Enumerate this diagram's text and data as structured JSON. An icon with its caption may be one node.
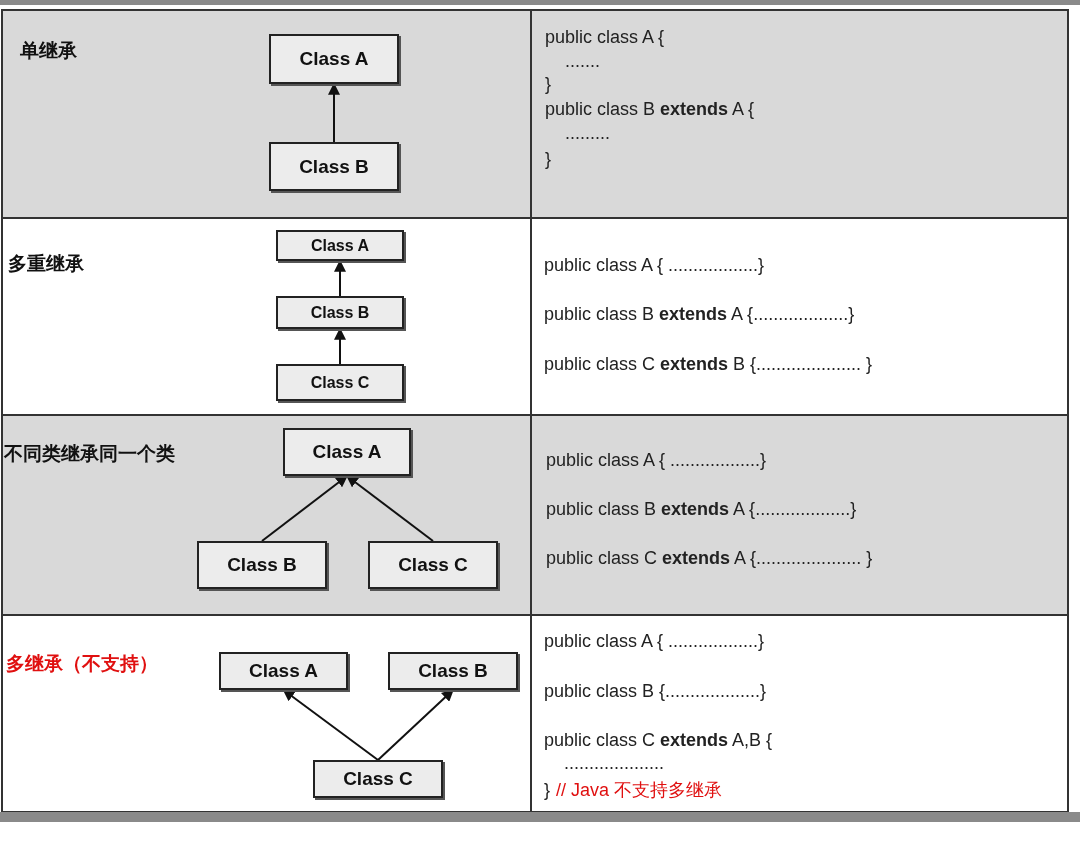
{
  "diagram": {
    "nodes": [
      {
        "text": [
          "Class A"
        ]
      },
      {
        "text": [
          "Class B"
        ]
      },
      {
        "text": [
          "Class A"
        ]
      },
      {
        "text": [
          "Class B"
        ]
      },
      {
        "text": [
          "Class C"
        ]
      },
      {
        "text": [
          "Class A"
        ]
      },
      {
        "text": [
          "Class B"
        ]
      },
      {
        "text": [
          "Class C"
        ]
      },
      {
        "text": [
          "Class A"
        ]
      },
      {
        "text": [
          "Class B"
        ]
      },
      {
        "text": [
          "Class C"
        ]
      }
    ],
    "edges": [
      {
        "from": 1,
        "to": 0,
        "arrow": "to"
      },
      {
        "from": 3,
        "to": 2,
        "arrow": "to"
      },
      {
        "from": 4,
        "to": 3,
        "arrow": "to"
      },
      {
        "from": 6,
        "to": 5,
        "arrow": "to"
      },
      {
        "from": 7,
        "to": 5,
        "arrow": "to"
      },
      {
        "from": 10,
        "to": 8,
        "arrow": "to"
      },
      {
        "from": 10,
        "to": 9,
        "arrow": "to"
      }
    ],
    "labels": [
      "单继承",
      "public class A {",
      ".......",
      "}",
      "public class B **extends** A {",
      ".........",
      "}",
      "多重继承",
      "public class A { ..................}",
      "public class B **extends** A {...................}",
      "public class C **extends**  B {..................... }",
      "不同类继承同一个类",
      "public class A { ..................}",
      "public class B **extends** A {...................}",
      "public class C **extends** A {..................... }",
      "多继承（不支持）",
      "public class A { ..................}",
      "public class B {...................}",
      "public class C **extends**  A,B {",
      "....................",
      "}",
      "// Java  不支持多继承"
    ]
  }
}
